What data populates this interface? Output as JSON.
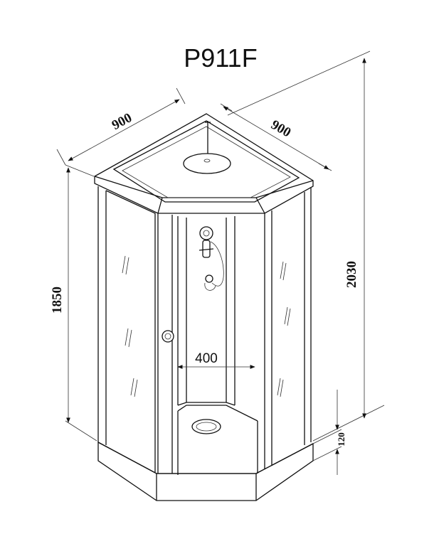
{
  "model": "P911F",
  "dimensions": {
    "width_left": "900",
    "width_right": "900",
    "height_total": "2030",
    "height_glass": "1850",
    "tray_height": "120",
    "inner_width": "400"
  }
}
